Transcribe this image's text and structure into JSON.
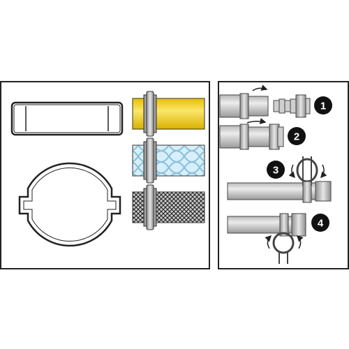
{
  "diagram": {
    "left_panel": {
      "items": [
        {
          "name": "straight-ferrule-clamp"
        },
        {
          "name": "round-ear-clamp"
        },
        {
          "name": "yellow-hose"
        },
        {
          "name": "clear-braided-hose"
        },
        {
          "name": "metal-braided-hose"
        }
      ]
    },
    "right_panel": {
      "steps": [
        {
          "number": "1"
        },
        {
          "number": "2"
        },
        {
          "number": "3"
        },
        {
          "number": "4"
        }
      ]
    },
    "colors": {
      "frame": "#222222",
      "yellow_hose": "#f3d21a",
      "clear_hose": "#d4ecf6",
      "clear_braid": "#8ec6e2",
      "metal_hose": "#4b4b4b",
      "pipe_light": "#d4d4d4",
      "pipe_dark": "#9a9a9a",
      "nut": "#b9b9b9",
      "badge": "#111111"
    }
  }
}
